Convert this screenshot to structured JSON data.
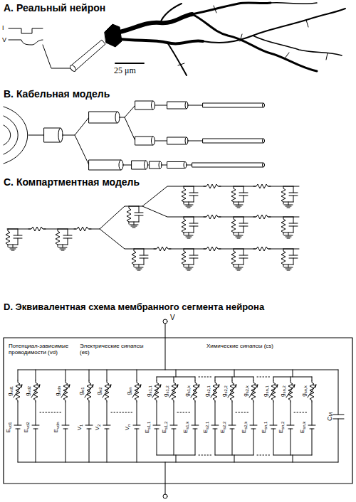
{
  "diagram": {
    "labels": [
      "A. Реальный нейрон",
      "I",
      "V",
      "25 μm",
      "B. Кабельная модель",
      "C. Компартментная модель",
      "D. Эквивалентная схема мембранного сегмента нейрона",
      "V",
      "Потенциал-зависимые проводимости (vd)",
      "Электрические синапсы (es)",
      "Химические синапсы (cs)",
      "gvd1",
      "gvd2",
      "gvdn",
      "Evd1",
      "Evd2",
      "Evdn",
      "ge1",
      "ge2",
      "gen",
      "V1",
      "V2",
      "Vn",
      "gs1,1",
      "gs1,2",
      "gs1,k",
      "gs2,1",
      "gs2,2",
      "gs2,k",
      "gsn,1",
      "gsn,2",
      "gsn,k",
      "Es1,1",
      "Es1,2",
      "Es1,k",
      "Es2,1",
      "Es2,2",
      "Es2,k",
      "Esn,1",
      "Esn,2",
      "Esn,k",
      "CM"
    ]
  }
}
